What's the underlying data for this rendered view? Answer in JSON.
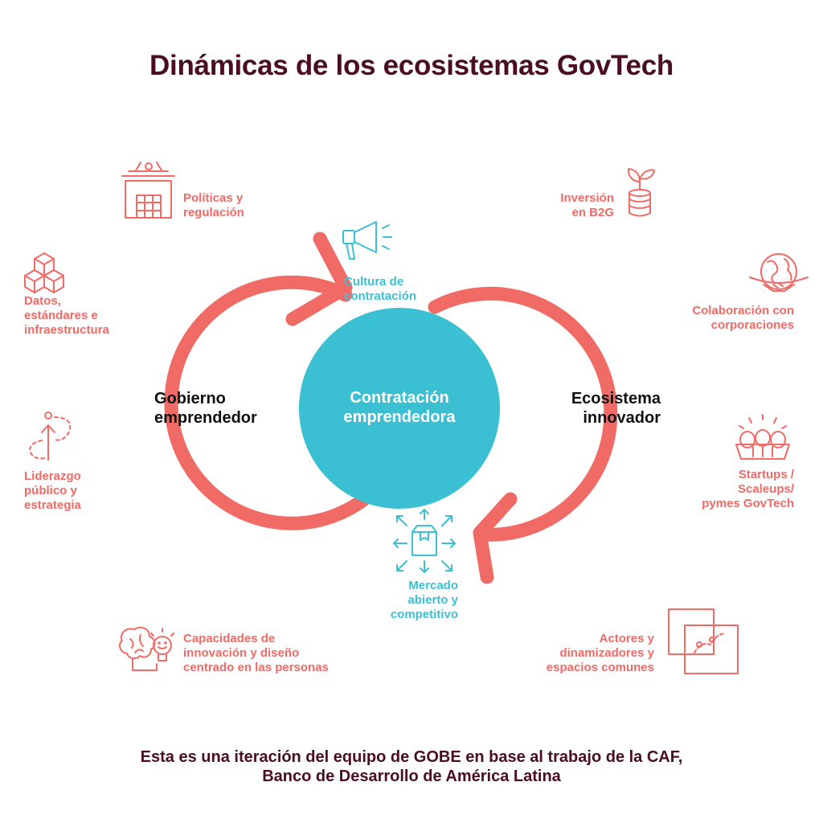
{
  "title": "Dinámicas de los ecosistemas GovTech",
  "center": {
    "line1": "Contratación",
    "line2": "emprendedora"
  },
  "left_loop": {
    "line1": "Gobierno",
    "line2": "emprendedor"
  },
  "right_loop": {
    "line1": "Ecosistema",
    "line2": "innovador"
  },
  "left_items": [
    {
      "lines": [
        "Políticas y",
        "regulación"
      ],
      "icon": "courthouse-icon"
    },
    {
      "lines": [
        "Datos,",
        "estándares e",
        "infraestructura"
      ],
      "icon": "cubes-icon"
    },
    {
      "lines": [
        "Liderazgo",
        "público y",
        "estrategia"
      ],
      "icon": "path-arrow-icon"
    },
    {
      "lines": [
        "Capacidades de",
        "innovación y diseño",
        "centrado en las personas"
      ],
      "icon": "brain-bulb-icon"
    }
  ],
  "right_items": [
    {
      "lines": [
        "Inversión",
        "en B2G"
      ],
      "icon": "plant-coins-icon"
    },
    {
      "lines": [
        "Colaboración con",
        "corporaciones"
      ],
      "icon": "globe-handshake-icon"
    },
    {
      "lines": [
        "Startups /",
        "Scaleups/",
        "pymes GovTech"
      ],
      "icon": "egg-carton-icon"
    },
    {
      "lines": [
        "Actores y",
        "dinamizadores y",
        "espacios comunes"
      ],
      "icon": "overlapping-squares-icon"
    }
  ],
  "center_items": [
    {
      "lines": [
        "Cultura de",
        "contratación"
      ],
      "icon": "megaphone-icon"
    },
    {
      "lines": [
        "Mercado",
        "abierto y",
        "competitivo"
      ],
      "icon": "box-arrows-icon"
    }
  ],
  "footer": {
    "line1": "Esta es una iteración del equipo de GOBE en base al trabajo de la CAF,",
    "line2": "Banco de Desarrollo de América Latina"
  },
  "colors": {
    "coral": "#f06a66",
    "teal": "#3bbfd3",
    "title": "#4a0d24",
    "loop_text": "#111111"
  }
}
